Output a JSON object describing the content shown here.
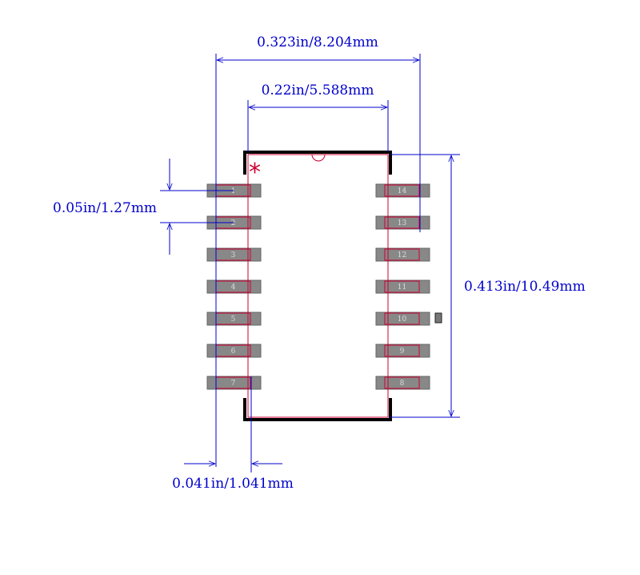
{
  "dimensions": {
    "overall_width": "0.323in/8.204mm",
    "body_width": "0.22in/5.588mm",
    "pitch": "0.05in/1.27mm",
    "overall_height": "0.413in/10.49mm",
    "pad_width": "0.041in/1.041mm"
  },
  "pin1_marker": "*",
  "pins_left": [
    "1",
    "2",
    "3",
    "4",
    "5",
    "6",
    "7"
  ],
  "pins_right": [
    "14",
    "13",
    "12",
    "11",
    "10",
    "9",
    "8"
  ],
  "colors": {
    "dimension": "#0000cc",
    "outline": "#cc0033",
    "silkscreen": "#000000",
    "pad": "#888888",
    "pad_edge": "#666666"
  }
}
